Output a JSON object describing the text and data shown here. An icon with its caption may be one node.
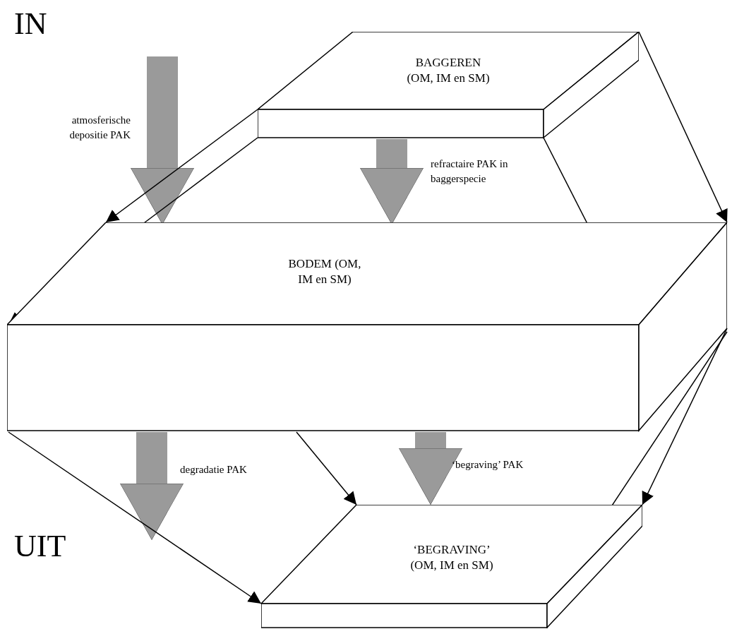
{
  "diagram": {
    "nodes": [
      {
        "text": [
          "BAGGEREN (OM, IM en SM)"
        ]
      },
      {
        "text": [
          "BODEM (OM, IM en SM)"
        ]
      },
      {
        "text": [
          "‘BEGRAVING’ (OM, IM en SM)"
        ]
      }
    ],
    "edges": [
      {
        "from": null,
        "to": 1,
        "arrow": "to",
        "label": "atmosferische depositie PAK",
        "style": "thick",
        "color": "#9a9a9a"
      },
      {
        "from": 0,
        "to": 1,
        "arrow": "to",
        "label": "refractaire PAK in baggerspecie",
        "style": "thick",
        "color": "#9a9a9a"
      },
      {
        "from": 1,
        "to": null,
        "arrow": "to",
        "label": "degradatie PAK",
        "style": "thick",
        "color": "#9a9a9a"
      },
      {
        "from": 1,
        "to": 2,
        "arrow": "to",
        "label": "‘begraving’ PAK",
        "style": "thick",
        "color": "#9a9a9a"
      },
      {
        "from": 0,
        "to": 1,
        "arrow": "to"
      },
      {
        "from": 0,
        "to": 1,
        "arrow": "to"
      },
      {
        "from": 0,
        "to": 1,
        "arrow": "to"
      },
      {
        "from": 0,
        "to": 1,
        "arrow": "to"
      },
      {
        "from": 1,
        "to": 2,
        "arrow": "to"
      },
      {
        "from": 1,
        "to": 2,
        "arrow": "to"
      },
      {
        "from": 1,
        "to": 2,
        "arrow": "to"
      },
      {
        "from": 1,
        "to": 2,
        "arrow": "to"
      }
    ],
    "labels": [
      "IN",
      "UIT"
    ]
  }
}
